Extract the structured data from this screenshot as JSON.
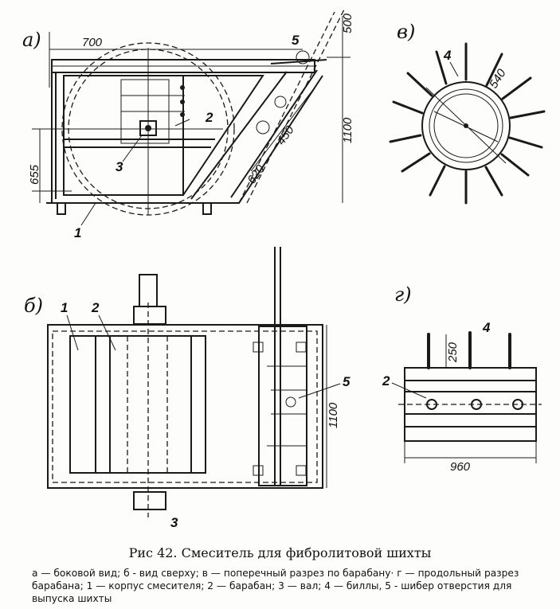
{
  "views": {
    "a": {
      "label": "а)",
      "dims": [
        "700",
        "500",
        "1100",
        "655",
        "450",
        "620"
      ],
      "refs": [
        "5",
        "2",
        "3",
        "1"
      ]
    },
    "v": {
      "label": "в)",
      "dims": [
        "540"
      ],
      "refs": [
        "4"
      ]
    },
    "b": {
      "label": "б)",
      "dims": [
        "1100"
      ],
      "refs": [
        "1",
        "2",
        "5",
        "3"
      ]
    },
    "g": {
      "label": "г)",
      "dims": [
        "250",
        "960"
      ],
      "refs": [
        "4",
        "2"
      ]
    }
  },
  "caption": {
    "title": "Рис 42. Смеситель для фибролитовой шихты",
    "legend": "а — боковой вид; б - вид сверху; в — поперечный разрез по барабану· г — продольный разрез барабана; 1 — корпус смесителя; 2 — барабан; 3 — вал; 4 — биллы, 5 - шибер отверстия для выпуска шихты"
  }
}
